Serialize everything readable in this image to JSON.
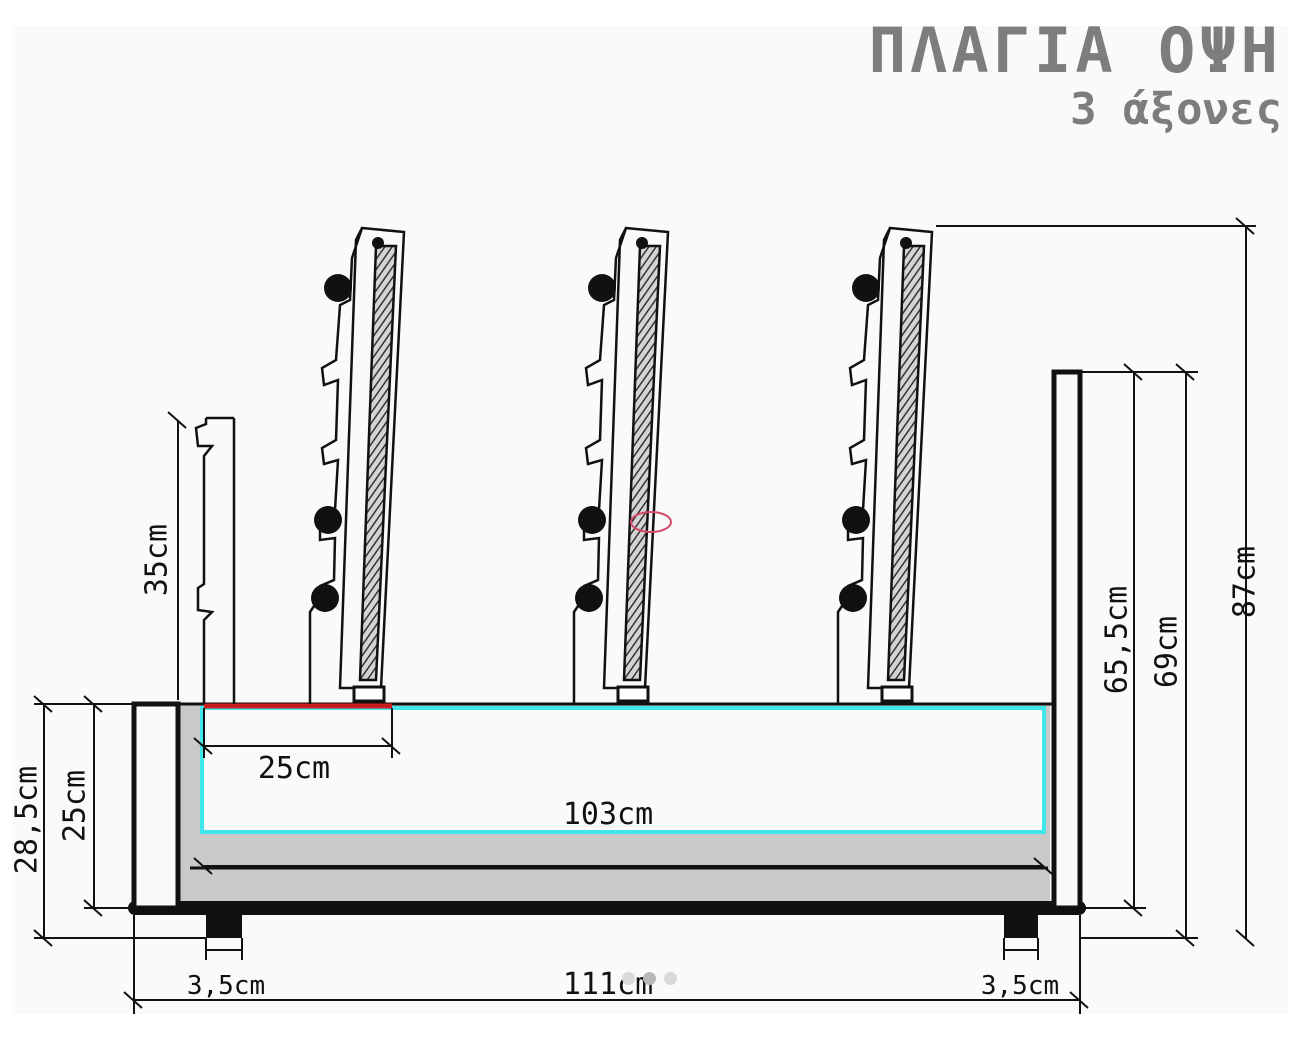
{
  "title": {
    "main": "ΠΛΑΓΙΑ ΟΨΗ",
    "sub": "3 άξονες"
  },
  "dimensions": {
    "width_total": "111cm",
    "inner_width": "103cm",
    "reach": "25cm",
    "height_total": "87cm",
    "frame_69": "69cm",
    "frame_655": "65,5cm",
    "base_285": "28,5cm",
    "base_25": "25cm",
    "rail_35": "35cm",
    "foot_left": "3,5cm",
    "foot_right": "3,5cm"
  },
  "colors": {
    "ink": "#111111",
    "fill": "#c8c8c8",
    "cyan": "#3fe6ea",
    "red": "#c91c1c",
    "title": "#7d7d7d"
  },
  "carousel": {
    "count": 3,
    "active": 1
  }
}
